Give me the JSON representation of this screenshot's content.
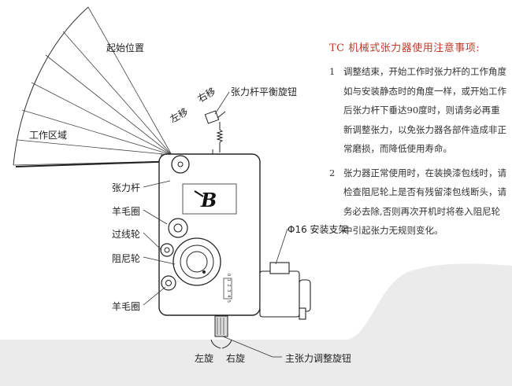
{
  "labels": {
    "start_position": "起始位置",
    "work_area": "工作区域",
    "shift_left": "左移",
    "shift_right": "右移",
    "balance_knob": "张力杆平衡旋钮",
    "tension_arm": "张力杆",
    "felt_ring_top": "羊毛圈",
    "guide_wheel": "过线轮",
    "damping_wheel": "阻尼轮",
    "felt_ring_bottom": "羊毛圈",
    "bracket": "Φ16  安装支架",
    "turn_left": "左旋",
    "turn_right": "右旋",
    "main_knob": "主张力调整旋钮",
    "scale_ticks": "0 1 2 3 4 5"
  },
  "notes": {
    "title": "TC 机械式张力器使用注意事项:",
    "items": [
      {
        "num": "1",
        "text": "调整结束，开始工作时张力杆的工作角度如与安装静态时的角度一样，或开始工作后张力杆下垂达90度时，则请务必再重新调整张力，以免张力器各部件造成非正常磨损，而降低使用寿命。"
      },
      {
        "num": "2",
        "text": "张力器正常使用时，在装换漆包线时，请检查阻尼轮上是否有残留漆包线断头，请务必去除,否则再次开机时将卷入阻尼轮中引起张力无规则变化。"
      }
    ]
  },
  "colors": {
    "title_red": "#c0392b",
    "line": "#2a2a2a",
    "ground": "#e8e8e8"
  }
}
